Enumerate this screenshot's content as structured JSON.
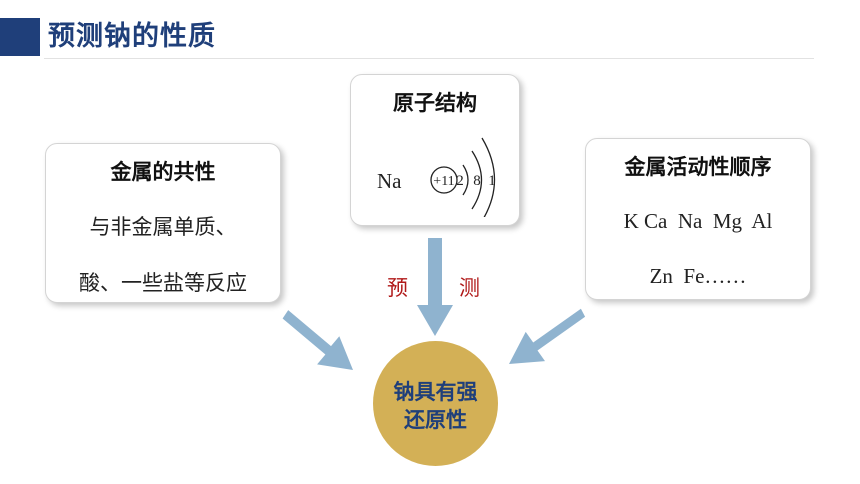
{
  "title": "预测钠的性质",
  "cards": {
    "left": {
      "title": "金属的共性",
      "lines": [
        "与非金属单质、",
        "酸、一些盐等反应"
      ]
    },
    "middle": {
      "title": "原子结构",
      "atom": {
        "symbol": "Na",
        "nucleus": "+11",
        "shells": [
          "2",
          "8",
          "1"
        ]
      }
    },
    "right": {
      "title": "金属活动性顺序",
      "lines": [
        "K Ca  Na  Mg  Al",
        "Zn  Fe……"
      ]
    }
  },
  "predict": {
    "chars": [
      "预",
      "测"
    ]
  },
  "conclusion": {
    "lines": [
      "钠具有强",
      "还原性"
    ]
  },
  "colors": {
    "title": "#1f3f7a",
    "arrow": "#8fb3cf",
    "circle": "#d3b056",
    "predict": "#b01818"
  }
}
